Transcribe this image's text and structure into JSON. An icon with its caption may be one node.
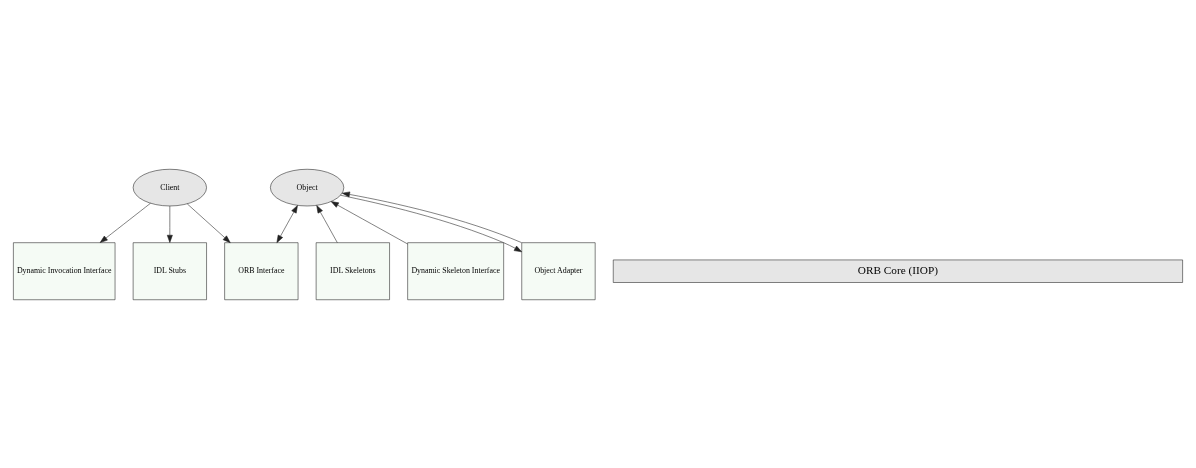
{
  "diagram": {
    "nodes": [
      {
        "text": [
          "Client"
        ]
      },
      {
        "text": [
          "Object"
        ]
      },
      {
        "text": [
          "Dynamic Invocation Interface"
        ]
      },
      {
        "text": [
          "IDL Stubs"
        ]
      },
      {
        "text": [
          "ORB Interface"
        ]
      },
      {
        "text": [
          "IDL Skeletons"
        ]
      },
      {
        "text": [
          "Dynamic Skeleton Interface"
        ]
      },
      {
        "text": [
          "Object Adapter"
        ]
      },
      {
        "text": [
          "ORB Core (IIOP)"
        ]
      }
    ],
    "edges": [
      {
        "from": 0,
        "to": 2,
        "arrow": "to"
      },
      {
        "from": 0,
        "to": 3,
        "arrow": "to"
      },
      {
        "from": 0,
        "to": 4,
        "arrow": "to"
      },
      {
        "from": 1,
        "to": 4,
        "arrow": "both"
      },
      {
        "from": 5,
        "to": 1,
        "arrow": "to"
      },
      {
        "from": 6,
        "to": 1,
        "arrow": "to"
      },
      {
        "from": 1,
        "to": 7,
        "arrow": "to"
      },
      {
        "from": 7,
        "to": 1,
        "arrow": "to"
      }
    ]
  }
}
